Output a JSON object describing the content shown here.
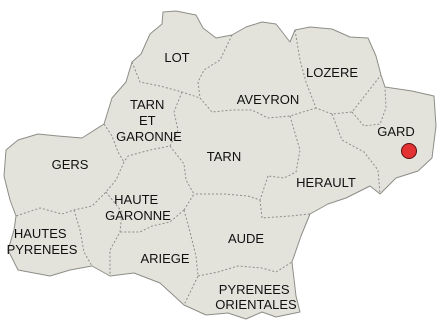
{
  "map": {
    "colors": {
      "land": "#e3e3dc",
      "border": "#8e8e88",
      "label": "#111111",
      "marker": "#e23232"
    },
    "departments": [
      {
        "id": "lot",
        "lines": [
          "LOT"
        ]
      },
      {
        "id": "aveyron",
        "lines": [
          "AVEYRON"
        ]
      },
      {
        "id": "lozere",
        "lines": [
          "LOZERE"
        ]
      },
      {
        "id": "gard",
        "lines": [
          "GARD"
        ]
      },
      {
        "id": "tarn-et-garonne",
        "lines": [
          "TARN",
          "ET",
          "GARONNE"
        ]
      },
      {
        "id": "tarn",
        "lines": [
          "TARN"
        ]
      },
      {
        "id": "gers",
        "lines": [
          "GERS"
        ]
      },
      {
        "id": "herault",
        "lines": [
          "HERAULT"
        ]
      },
      {
        "id": "haute-garonne",
        "lines": [
          "HAUTE",
          "GARONNE"
        ]
      },
      {
        "id": "hautes-pyrenees",
        "lines": [
          "HAUTES",
          "PYRENEES"
        ]
      },
      {
        "id": "aude",
        "lines": [
          "AUDE"
        ]
      },
      {
        "id": "ariege",
        "lines": [
          "ARIEGE"
        ]
      },
      {
        "id": "pyrenees-orientales",
        "lines": [
          "PYRENEES",
          "ORIENTALES"
        ]
      }
    ],
    "marker": {
      "department": "gard",
      "icon": "location-dot-icon"
    }
  }
}
